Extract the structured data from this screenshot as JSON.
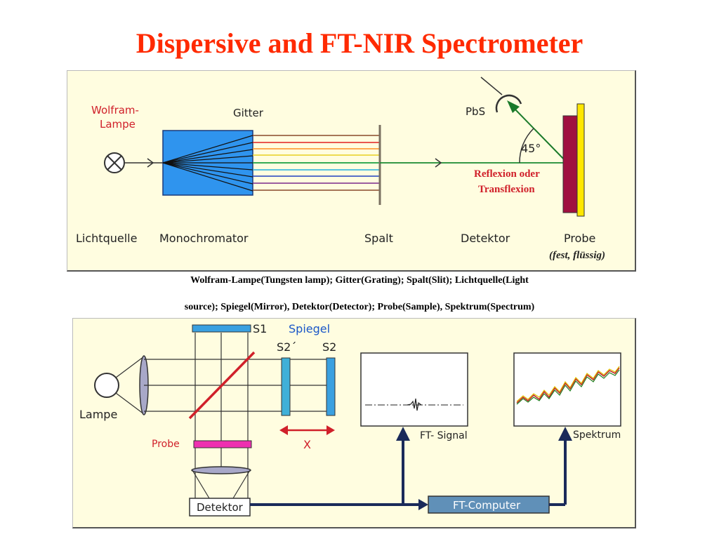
{
  "title": "Dispersive and FT-NIR Spectrometer",
  "top_diagram": {
    "lamp_label_line1": "Wolfram-",
    "lamp_label_line2": "Lampe",
    "grating_label": "Gitter",
    "detector_top_label": "PbS",
    "angle_label": "45°",
    "reflection_line1": "Reflexion oder",
    "reflection_line2": "Transflexion",
    "bottom_labels": [
      "Lichtquelle",
      "Monochromator",
      "Spalt",
      "Detektor",
      "Probe"
    ],
    "probe_note": "(fest, flüssig)"
  },
  "caption_line1": "Wolfram-Lampe(Tungsten lamp); Gitter(Grating); Spalt(Slit); Lichtquelle(Light",
  "caption_line2": "source); Spiegel(Mirror), Detektor(Detector); Probe(Sample), Spektrum(Spectrum)",
  "bottom_diagram": {
    "s1_label": "S1",
    "mirror_label": "Spiegel",
    "s2prime_label": "S2´",
    "s2_label": "S2",
    "lamp_label": "Lampe",
    "probe_label": "Probe",
    "x_label": "X",
    "detector_label": "Detektor",
    "computer_label": "FT-Computer",
    "signal_label": "FT- Signal",
    "spectrum_label": "Spektrum"
  }
}
